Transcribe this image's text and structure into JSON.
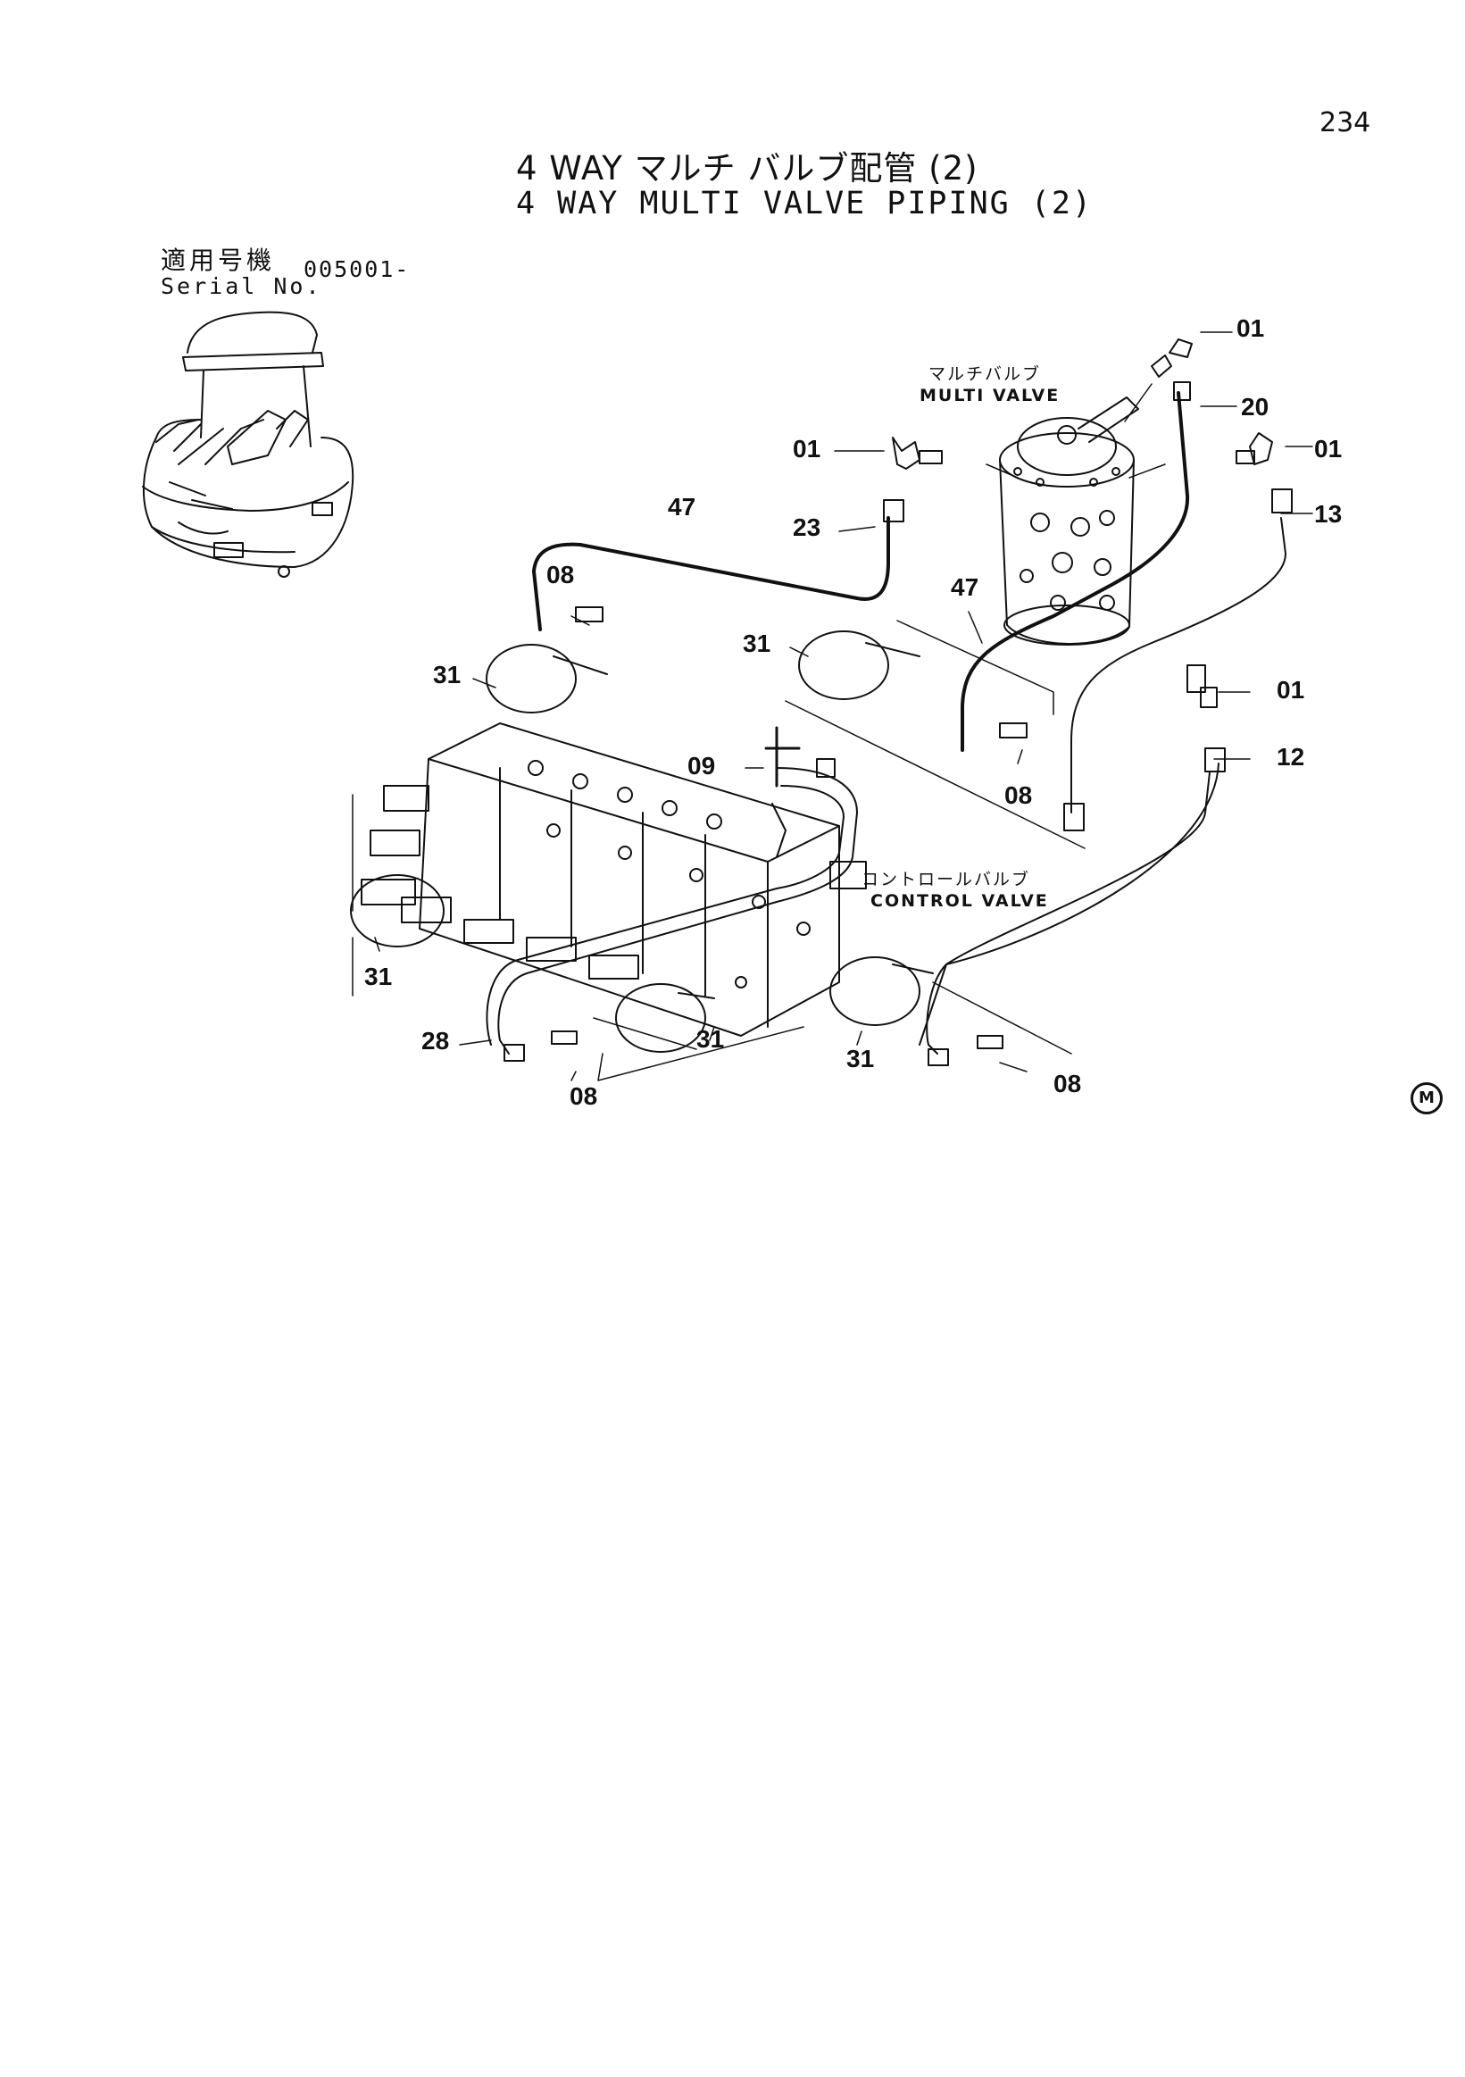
{
  "page_number": "234",
  "title": {
    "ja": "4 WAY マルチ バルブ配管 (2)",
    "en": "4 WAY MULTI VALVE PIPING (2)"
  },
  "serial": {
    "label_ja": "適用号機",
    "label_en": "Serial No.",
    "value": "005001-"
  },
  "components": {
    "multi_valve": {
      "ja": "マルチバルブ",
      "en": "MULTI VALVE"
    },
    "control_valve": {
      "ja": "コントロールバルブ",
      "en": "CONTROL VALVE"
    }
  },
  "part_numbers": {
    "elbow_top": "01",
    "hose_20": "20",
    "elbow_right": "01",
    "elbow_left": "01",
    "hose_13": "13",
    "hose_47_upper": "47",
    "fitting_23": "23",
    "adapter_08_upper": "08",
    "clamp_31_upper_left": "31",
    "clamp_31_center": "31",
    "hose_47_middle": "47",
    "elbow_01_lower": "01",
    "hose_12": "12",
    "adapter_08_middle": "08",
    "tee_09": "09",
    "clamp_31_left": "31",
    "hose_28": "28",
    "adapter_08_bottom_left": "08",
    "clamp_31_bottom_center": "31",
    "clamp_31_bottom_right": "31",
    "adapter_08_bottom_right": "08"
  },
  "symbol_mark": "M"
}
